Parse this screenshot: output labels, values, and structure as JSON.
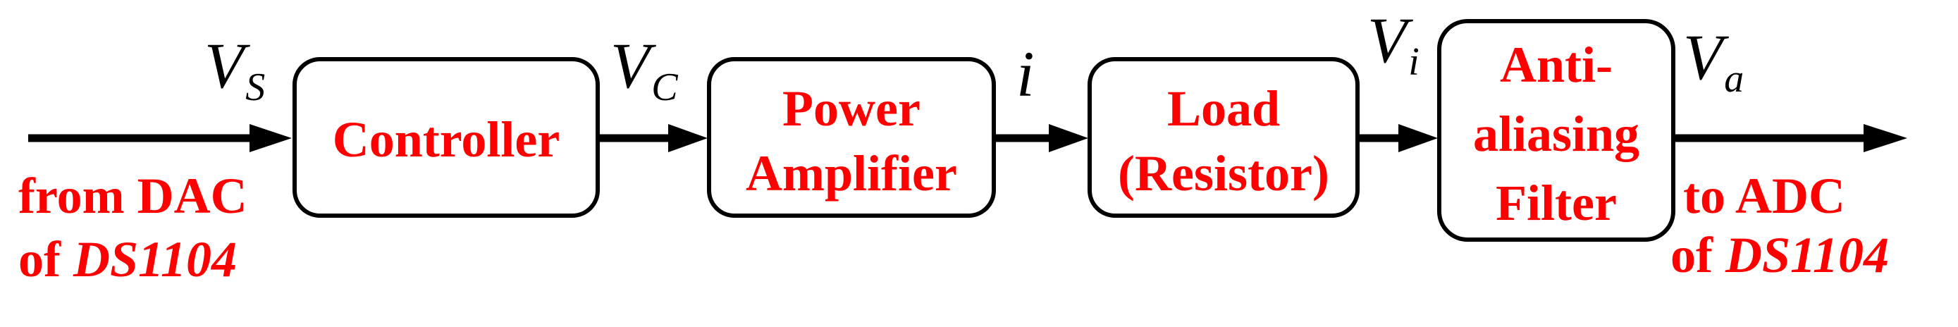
{
  "blocks": [
    {
      "id": "controller",
      "lines": [
        "Controller"
      ]
    },
    {
      "id": "power-amplifier",
      "lines": [
        "Power",
        "Amplifier"
      ]
    },
    {
      "id": "load",
      "lines": [
        "Load",
        "(Resistor)"
      ]
    },
    {
      "id": "anti-aliasing-filter",
      "lines": [
        "Anti-",
        "aliasing",
        "Filter"
      ]
    }
  ],
  "signals": {
    "vs": {
      "main": "V",
      "sub": "S"
    },
    "vc": {
      "main": "V",
      "sub": "C"
    },
    "i": {
      "main": "i",
      "sub": ""
    },
    "vi": {
      "main": "V",
      "sub": "i"
    },
    "va": {
      "main": "V",
      "sub": "a"
    }
  },
  "input_label": {
    "line1": "from DAC",
    "line2_prefix": "of ",
    "line2_device": "DS1104"
  },
  "output_label": {
    "line1": "to ADC",
    "line2_prefix": "of ",
    "line2_device": "DS1104"
  },
  "colors": {
    "label_text": "#ff0000",
    "lines": "#000000",
    "background": "#ffffff"
  }
}
